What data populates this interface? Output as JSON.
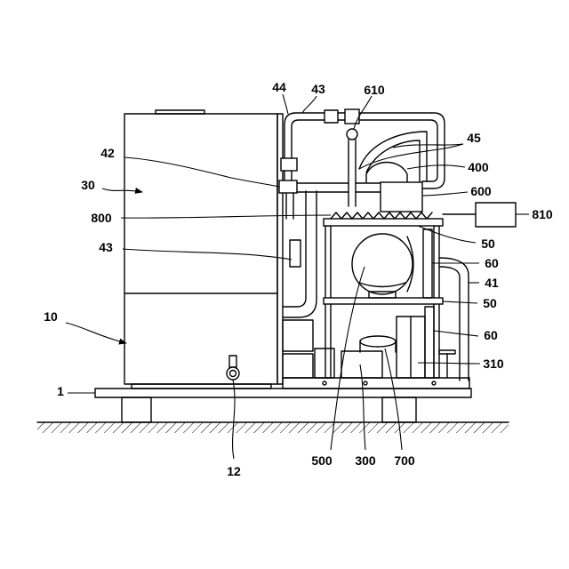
{
  "figure": {
    "labels": [
      "44",
      "43",
      "610",
      "45",
      "42",
      "400",
      "30",
      "600",
      "800",
      "810",
      "43",
      "50",
      "60",
      "41",
      "50",
      "60",
      "10",
      "310",
      "1",
      "12",
      "500",
      "300",
      "700"
    ]
  }
}
